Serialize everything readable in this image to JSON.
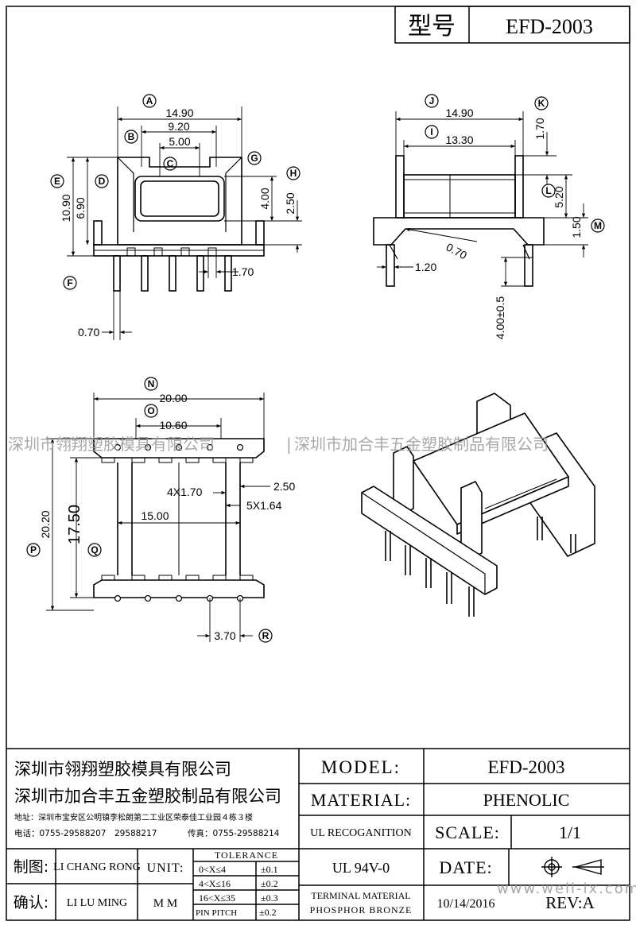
{
  "header": {
    "model_label": "型号",
    "model_value": "EFD-2003"
  },
  "watermark": {
    "left": "深圳市翎翔塑胶模具有限公司",
    "right": "深圳市加合丰五金塑胶制品有限公司",
    "site": "www.well-ix.com"
  },
  "front_view": {
    "letters": {
      "A": "A",
      "B": "B",
      "C": "C",
      "D": "D",
      "E": "E",
      "F": "F",
      "G": "G",
      "H": "H"
    },
    "dims": {
      "A": "14.90",
      "B": "9.20",
      "C": "5.00",
      "D": "6.90",
      "E": "10.90",
      "G": "4.00",
      "H": "2.50",
      "pitch": "1.70",
      "pin": "0.70"
    }
  },
  "side_view": {
    "letters": {
      "I": "I",
      "J": "J",
      "K": "K",
      "L": "L",
      "M": "M"
    },
    "dims": {
      "J": "14.90",
      "I": "13.30",
      "K": "1.70",
      "L": "5.20",
      "M": "1.50",
      "slot": "0.70",
      "pin": "1.20",
      "pin_len": "4.00±0.5"
    }
  },
  "bottom_view": {
    "letters": {
      "N": "N",
      "O": "O",
      "P": "P",
      "Q": "Q",
      "R": "R"
    },
    "dims": {
      "N": "20.00",
      "O": "10.60",
      "P": "20.20",
      "Q": "17.50",
      "slots4": "4X1.70",
      "side": "2.50",
      "slots5": "5X1.64",
      "inner": "15.00",
      "R": "3.70"
    }
  },
  "title_block": {
    "company1": "深圳市翎翔塑胶模具有限公司",
    "company2": "深圳市加合丰五金塑胶制品有限公司",
    "address": "地址：深圳市宝安区公明镇李松朗第二工业区荣泰佳工业园４栋３楼",
    "phone": "电话：0755-29588207　29588217",
    "fax": "传真：0755-29588214",
    "model_label": "MODEL:",
    "model_value": "EFD-2003",
    "material_label": "MATERIAL:",
    "material_value": "PHENOLIC",
    "ul_label": "UL RECOGANITION",
    "ul_value": "UL 94V-0",
    "scale_label": "SCALE:",
    "scale_value": "1/1",
    "date_label": "DATE:",
    "date_value": "10/14/2016",
    "rev_label": "REV:A",
    "terminal1": "TERMINAL MATERIAL",
    "terminal2": "PHOSPHOR BRONZE",
    "drawn_label": "制图:",
    "drawn_value": "LI CHANG RONG",
    "check_label": "确认:",
    "check_value": "LI LU MING",
    "unit_label": "UNIT:",
    "unit_value": "M M",
    "tol_title": "TOLERANCE",
    "tol_rows": [
      {
        "range": "0<X≤4",
        "tol": "±0.1"
      },
      {
        "range": "4<X≤16",
        "tol": "±0.2"
      },
      {
        "range": "16<X≤35",
        "tol": "±0.3"
      },
      {
        "range": "PIN PITCH",
        "tol": "±0.2"
      }
    ]
  }
}
